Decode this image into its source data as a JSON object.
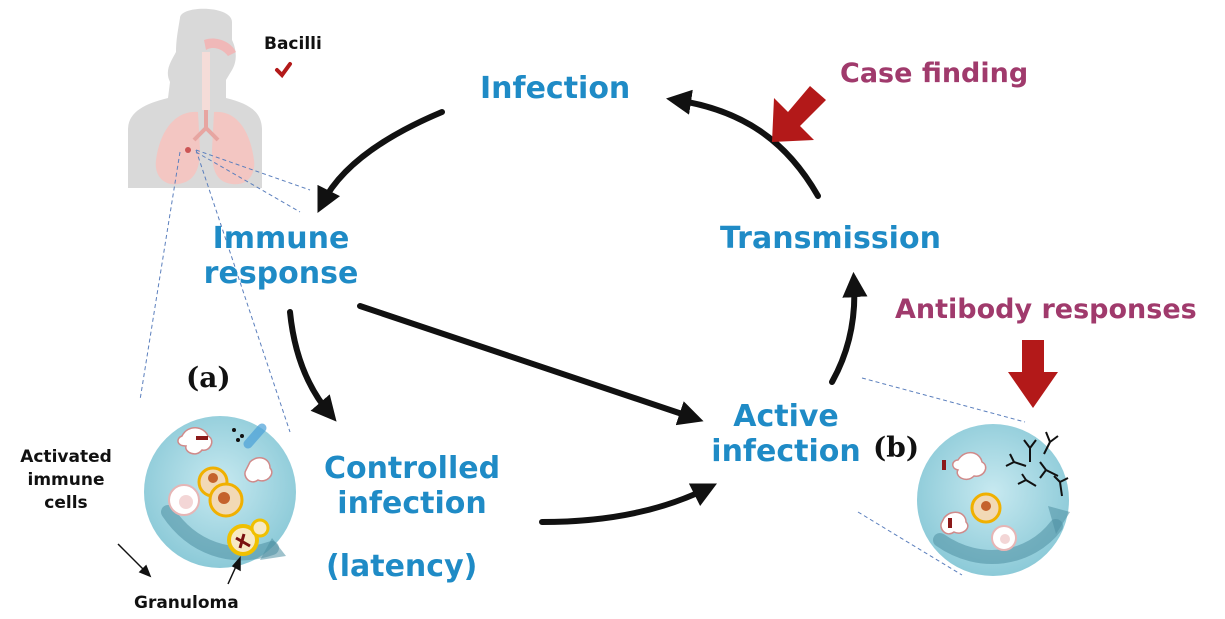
{
  "nodes": {
    "infection": "Infection",
    "immune_response": [
      "Immune",
      "response"
    ],
    "controlled_infection": [
      "Controlled",
      "infection"
    ],
    "latency": "(latency)",
    "active_infection": [
      "Active",
      "infection"
    ],
    "transmission": "Transmission"
  },
  "interventions": {
    "case_finding": "Case finding",
    "antibody_responses": "Antibody responses"
  },
  "annotations": {
    "bacilli": "Bacilli",
    "activated_cells": [
      "Activated",
      "immune",
      "cells"
    ],
    "granuloma": "Granuloma",
    "panel_a": "(a)",
    "panel_b": "(b)"
  },
  "colors": {
    "node_text": "#1f8bc6",
    "intervention_text": "#a03a6c",
    "intervention_arrow": "#b31919",
    "cycle_arrow": "#111111",
    "inset_circle": "#a8d8e3",
    "lung": "#f3c6c2",
    "silhouette": "#d9d9d9"
  }
}
